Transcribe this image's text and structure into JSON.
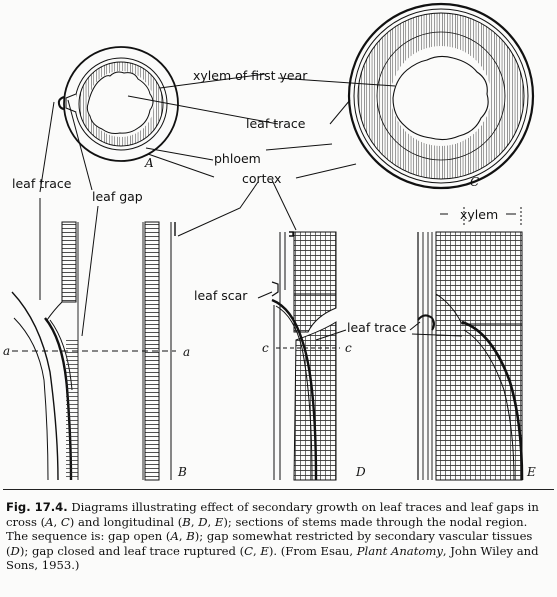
{
  "labels": {
    "xylem_first_year": "xylem of first year",
    "leaf_trace_upper": "leaf trace",
    "phloem": "phloem",
    "cortex": "cortex",
    "leaf_trace_left": "leaf trace",
    "leaf_gap": "leaf gap",
    "xylem_e": "xylem",
    "leaf_scar": "leaf scar",
    "leaf_trace_right": "leaf trace",
    "plane_a_left": "a",
    "plane_a_right": "a",
    "plane_c_left": "c",
    "plane_c_right": "c"
  },
  "panel_letters": {
    "A": "A",
    "B": "B",
    "C": "C",
    "D": "D",
    "E": "E"
  },
  "caption": {
    "fig_number": "Fig. 17.4.",
    "text_1": " Diagrams illustrating effect of secondary growth on leaf traces and leaf gaps in cross (",
    "A": "A",
    "sep_1": ", ",
    "C": "C",
    "text_2": ") and longitudinal (",
    "B": "B",
    "sep_2": ", ",
    "D": "D",
    "sep_3": ", ",
    "E": "E",
    "text_3": "); sections of stems made through the nodal region.  The sequence is: gap open (",
    "A2": "A",
    "sep_4": ", ",
    "B2": "B",
    "text_4": "); gap somewhat restricted by secondary vascular tissues (",
    "D2": "D",
    "text_5": "); gap closed and leaf trace ruptured (",
    "C2": "C",
    "sep_5": ", ",
    "E2": "E",
    "text_6": ").  (From Esau, ",
    "book_title": "Plant Anatomy",
    "text_7": ", John Wiley and Sons, 1953.)"
  }
}
